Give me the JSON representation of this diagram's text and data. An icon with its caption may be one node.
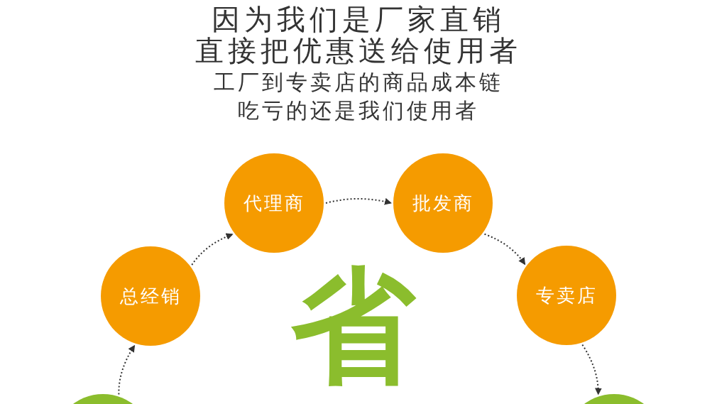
{
  "diagram": {
    "nodes": [
      {
        "text": [],
        "shape": "circle"
      },
      {
        "text": [
          "总经销"
        ]
      },
      {
        "text": [
          "代理商"
        ]
      },
      {
        "text": [
          "批发商"
        ]
      },
      {
        "text": [
          "专卖店"
        ]
      },
      {
        "text": [],
        "shape": "circle"
      }
    ],
    "edges": [
      {
        "from": 0,
        "to": 1,
        "arrow": "to",
        "style": "dashed"
      },
      {
        "from": 1,
        "to": 2,
        "arrow": "to",
        "style": "dashed"
      },
      {
        "from": 2,
        "to": 3,
        "arrow": "to",
        "style": "dashed"
      },
      {
        "from": 3,
        "to": 4,
        "arrow": "to",
        "style": "dashed"
      },
      {
        "from": 4,
        "to": 5,
        "arrow": "to",
        "style": "dashed"
      }
    ],
    "labels": [
      "因为我们是厂家直销",
      "直接把优惠送给使用者",
      "工厂到专卖店的商品成本链",
      "吃亏的还是我们使用者",
      "省"
    ]
  }
}
